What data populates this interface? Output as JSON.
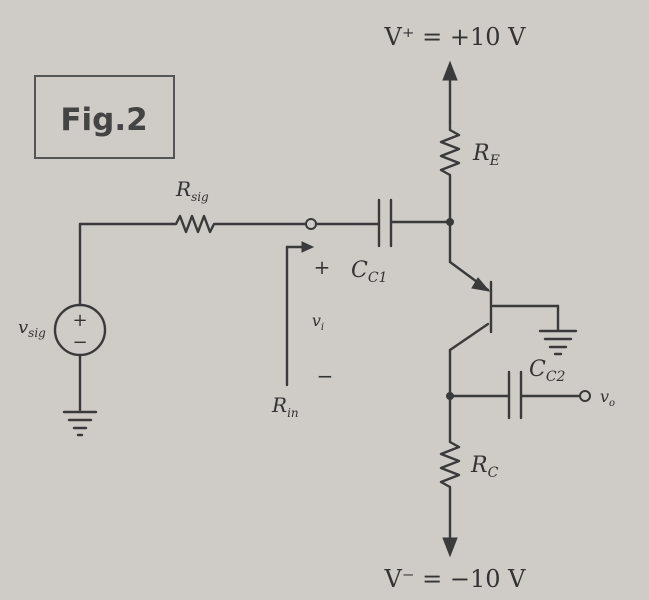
{
  "figure_label": "Fig.2",
  "supply": {
    "positive": "V⁺ = +10 V",
    "negative": "V⁻ = −10 V"
  },
  "components": {
    "r_sig": "R",
    "r_sig_sub": "sig",
    "r_e": "R",
    "r_e_sub": "E",
    "r_c": "R",
    "r_c_sub": "C",
    "c_c1": "C",
    "c_c1_sub": "C1",
    "c_c2": "C",
    "c_c2_sub": "C2"
  },
  "signals": {
    "v_sig": "v",
    "v_sig_sub": "sig",
    "v_i": "v",
    "v_i_sub": "i",
    "v_o": "v",
    "v_o_sub": "o",
    "r_in": "R",
    "r_in_sub": "in",
    "plus": "+",
    "minus": "−"
  },
  "source_symbol": {
    "plus": "+",
    "minus": "−"
  }
}
